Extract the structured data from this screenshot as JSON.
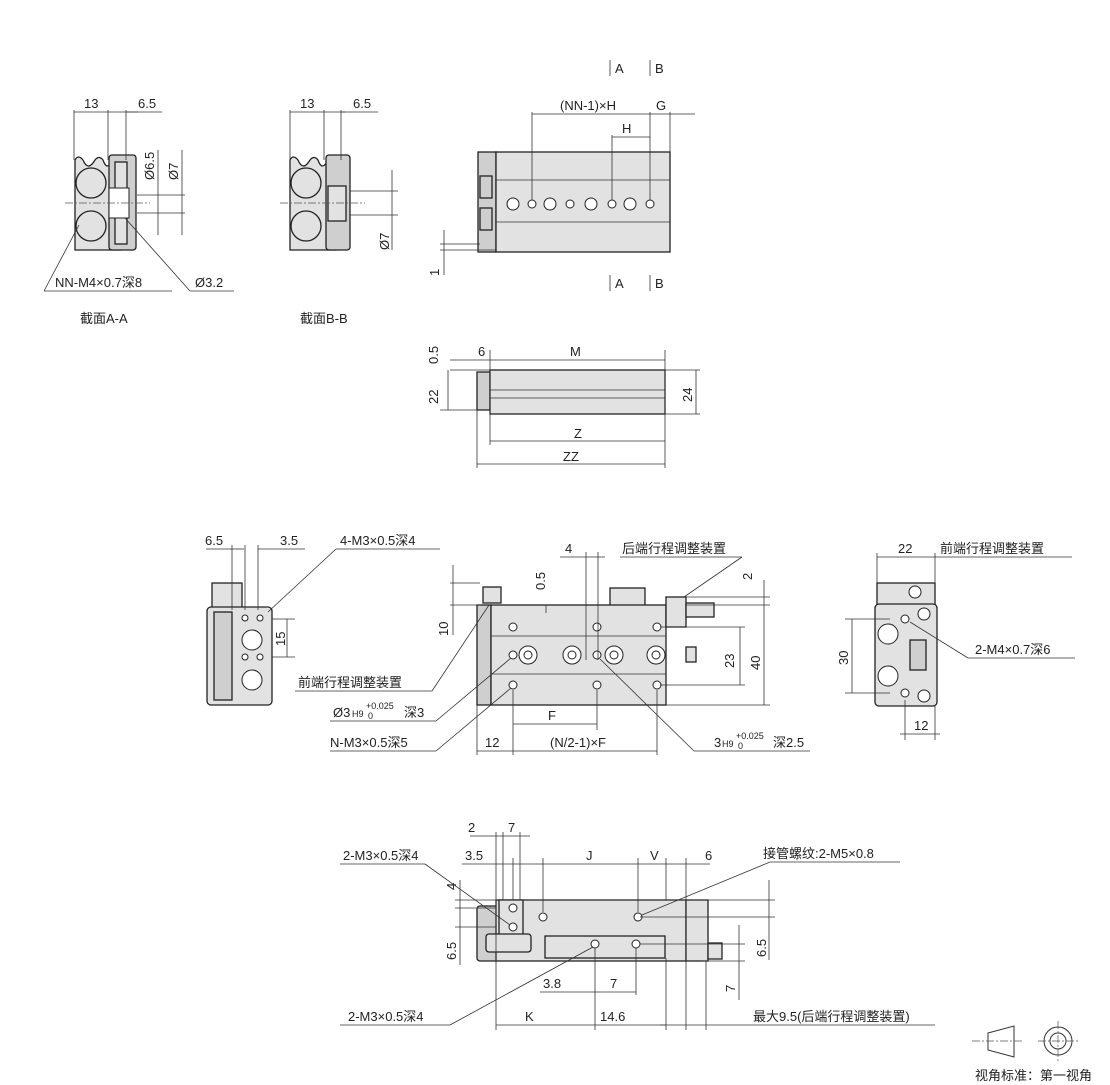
{
  "section_aa": {
    "dims": [
      "13",
      "6.5",
      "Ø6.5",
      "Ø7"
    ],
    "callout_thread": "NN-M4×0.7深8",
    "callout_hole": "Ø3.2",
    "caption": "截面A-A"
  },
  "section_bb": {
    "dims": [
      "13",
      "6.5",
      "Ø7"
    ],
    "caption": "截面B-B"
  },
  "top_view": {
    "section_marks": [
      "A",
      "B",
      "A",
      "B"
    ],
    "dims": [
      "(NN-1)×H",
      "G",
      "H",
      "1"
    ]
  },
  "side_view": {
    "dims": [
      "0.5",
      "6",
      "M",
      "22",
      "24",
      "Z",
      "ZZ"
    ]
  },
  "end_view_left": {
    "dims": [
      "6.5",
      "3.5",
      "15"
    ],
    "callout_top": "4-M3×0.5深4"
  },
  "front_view": {
    "dims": [
      "4",
      "0.5",
      "10",
      "2",
      "23",
      "40",
      "F",
      "12",
      "(N/2-1)×F"
    ],
    "callout_rear_adjust": "后端行程调整装置",
    "callout_front_adjust": "前端行程调整装置",
    "callout_pin": "Ø3",
    "callout_pin_tol_class": "H9",
    "callout_pin_tol_upper": "+0.025",
    "callout_pin_tol_lower": "0",
    "callout_pin_depth": "深3",
    "callout_thread": "N-M3×0.5深5",
    "callout_pin2": "3",
    "callout_pin2_tol_class": "H9",
    "callout_pin2_tol_upper": "+0.025",
    "callout_pin2_tol_lower": "0",
    "callout_pin2_depth": "深2.5"
  },
  "end_view_right": {
    "dims": [
      "22",
      "30",
      "12"
    ],
    "callout_adjust": "前端行程调整装置",
    "callout_thread": "2-M4×0.7深6"
  },
  "bottom_view": {
    "dims": [
      "2",
      "7",
      "3.5",
      "J",
      "V",
      "6",
      "4",
      "6.5",
      "6.5",
      "7",
      "3.8",
      "7",
      "K",
      "14.6"
    ],
    "callout_top_thread": "2-M3×0.5深4",
    "callout_port": "接管螺纹:2-M5×0.8",
    "callout_bottom_thread": "2-M3×0.5深4",
    "callout_max": "最大9.5(后端行程调整装置)"
  },
  "projection": {
    "label": "视角标准：第一视角"
  }
}
